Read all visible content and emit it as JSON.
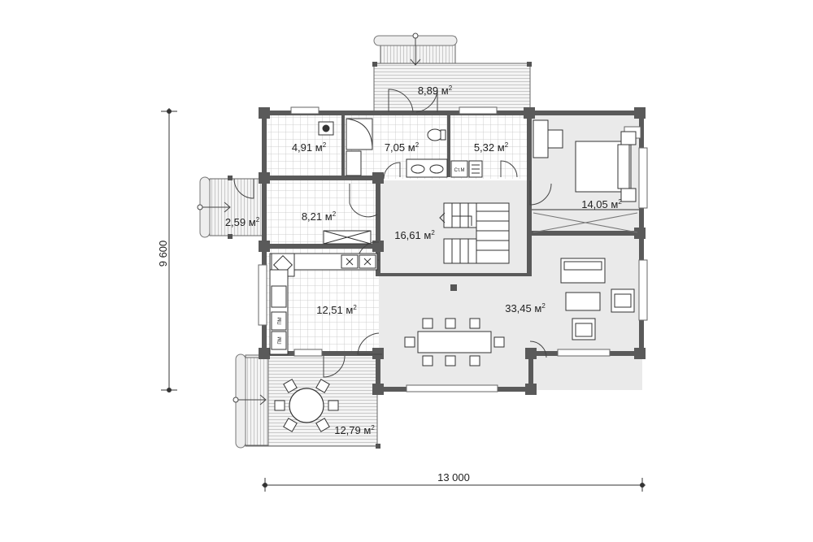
{
  "plan": {
    "unit_suffix": "м",
    "unit_power": "2",
    "rooms": [
      {
        "id": "terrace-top",
        "area": "8,89"
      },
      {
        "id": "utility",
        "area": "4,91"
      },
      {
        "id": "bathroom",
        "area": "7,05"
      },
      {
        "id": "storage",
        "area": "5,32"
      },
      {
        "id": "bedroom",
        "area": "14,05"
      },
      {
        "id": "porch-left",
        "area": "2,59"
      },
      {
        "id": "boiler-room",
        "area": "8,21"
      },
      {
        "id": "hall",
        "area": "16,61"
      },
      {
        "id": "kitchen",
        "area": "12,51"
      },
      {
        "id": "living-room",
        "area": "33,45"
      },
      {
        "id": "terrace-bottom",
        "area": "12,79"
      }
    ],
    "dimensions": {
      "width": "13 000",
      "height": "9 600"
    },
    "fixture_labels": {
      "washer": "Ст.М",
      "appliance": "ПМ"
    }
  }
}
